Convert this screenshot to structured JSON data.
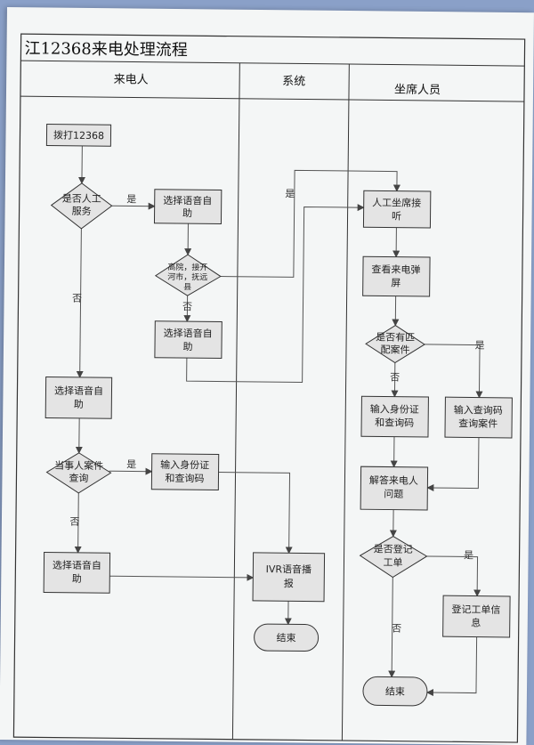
{
  "title": "江12368来电处理流程",
  "lanes": {
    "caller": "来电人",
    "system": "系统",
    "agent": "坐席人员"
  },
  "nodes": {
    "dial": "拨打12368",
    "is_manual": [
      "是否人工",
      "服务"
    ],
    "voice1": [
      "选择语音自",
      "助"
    ],
    "region": [
      "高院，接开",
      "河市，抚远",
      "县"
    ],
    "voice2": [
      "选择语音自",
      "助"
    ],
    "voice3": [
      "选择语音自",
      "助"
    ],
    "party_query": [
      "当事人案件",
      "查询"
    ],
    "input_id1": [
      "输入身份证",
      "和查询码"
    ],
    "voice4": [
      "选择语音自",
      "助"
    ],
    "ivr": [
      "IVR语音播",
      "报"
    ],
    "end1": "结束",
    "agent_answer": [
      "人工坐席接",
      "听"
    ],
    "view_popup": [
      "查看来电弹",
      "屏"
    ],
    "match_case": [
      "是否有匹",
      "配案件"
    ],
    "input_id2": [
      "输入身份证",
      "和查询码"
    ],
    "input_code": [
      "输入查询码",
      "查询案件"
    ],
    "answer_q": [
      "解答来电人",
      "问题"
    ],
    "register": [
      "是否登记",
      "工单"
    ],
    "register_info": [
      "登记工单信",
      "息"
    ],
    "end2": "结束"
  },
  "edge_labels": {
    "yes": "是",
    "no": "否"
  }
}
